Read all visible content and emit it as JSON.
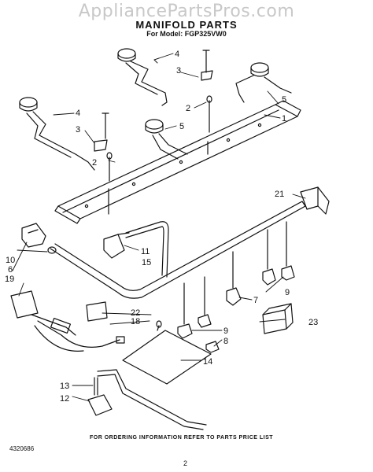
{
  "watermark": "AppliancePartsPros.com",
  "header": {
    "title": "MANIFOLD PARTS",
    "model": "For Model: FGP325VW0"
  },
  "callouts": [
    "1",
    "2",
    "2",
    "3",
    "3",
    "4",
    "4",
    "5",
    "5",
    "6",
    "7",
    "8",
    "9",
    "9",
    "10",
    "11",
    "12",
    "13",
    "14",
    "15",
    "18",
    "19",
    "21",
    "22",
    "23"
  ],
  "footer": {
    "note": "FOR ORDERING INFORMATION REFER TO PARTS PRICE LIST",
    "doc_code": "4320686",
    "page_number": "2"
  }
}
